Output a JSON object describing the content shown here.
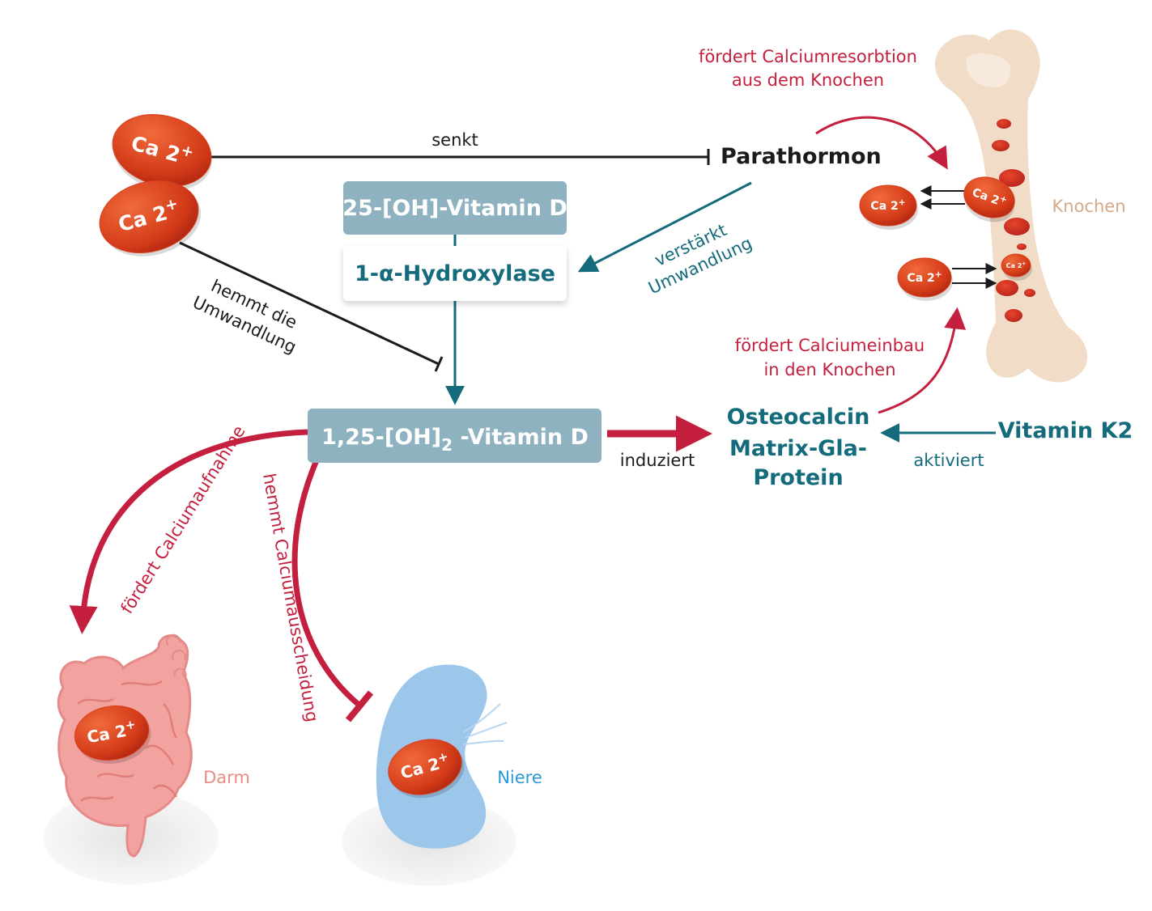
{
  "ion_label": {
    "main": "Ca 2",
    "sup": "+"
  },
  "boxes": {
    "vitamin_d_25": "25-[OH]-Vitamin D",
    "hydroxylase": "1-α-Hydroxylase",
    "vitamin_d_125": {
      "prefix": "1,25-[OH]",
      "sub": "2",
      "suffix": " -Vitamin D"
    }
  },
  "nodes": {
    "parathormon": "Parathormon",
    "osteocalcin": "Osteocalcin",
    "matrix_line1": "Matrix-Gla-",
    "matrix_line2": "Protein",
    "vitamin_k2": "Vitamin K2"
  },
  "edge_labels": {
    "senkt": "senkt",
    "hemmt_line1": "hemmt die",
    "hemmt_line2": "Umwandlung",
    "verstaerkt_line1": "verstärkt",
    "verstaerkt_line2": "Umwandlung",
    "resorbtion_line1": "fördert Calciumresorbtion",
    "resorbtion_line2": "aus dem Knochen",
    "einbau_line1": "fördert Calciumeinbau",
    "einbau_line2": "in den Knochen",
    "induziert": "induziert",
    "aktiviert": "aktiviert",
    "aufnahme": "fördert Calciumaufnahme",
    "ausscheidung": "hemmt Calciumausscheidung"
  },
  "organs": {
    "knochen": "Knochen",
    "darm": "Darm",
    "niere": "Niere"
  },
  "colors": {
    "ion": "#d8401c",
    "box": "#8fb2c0",
    "teal": "#136b7c",
    "red": "#c41f3e",
    "bone": "#f1dcc7",
    "intestine": "#f2a3a0",
    "kidney": "#9cc6ea"
  }
}
